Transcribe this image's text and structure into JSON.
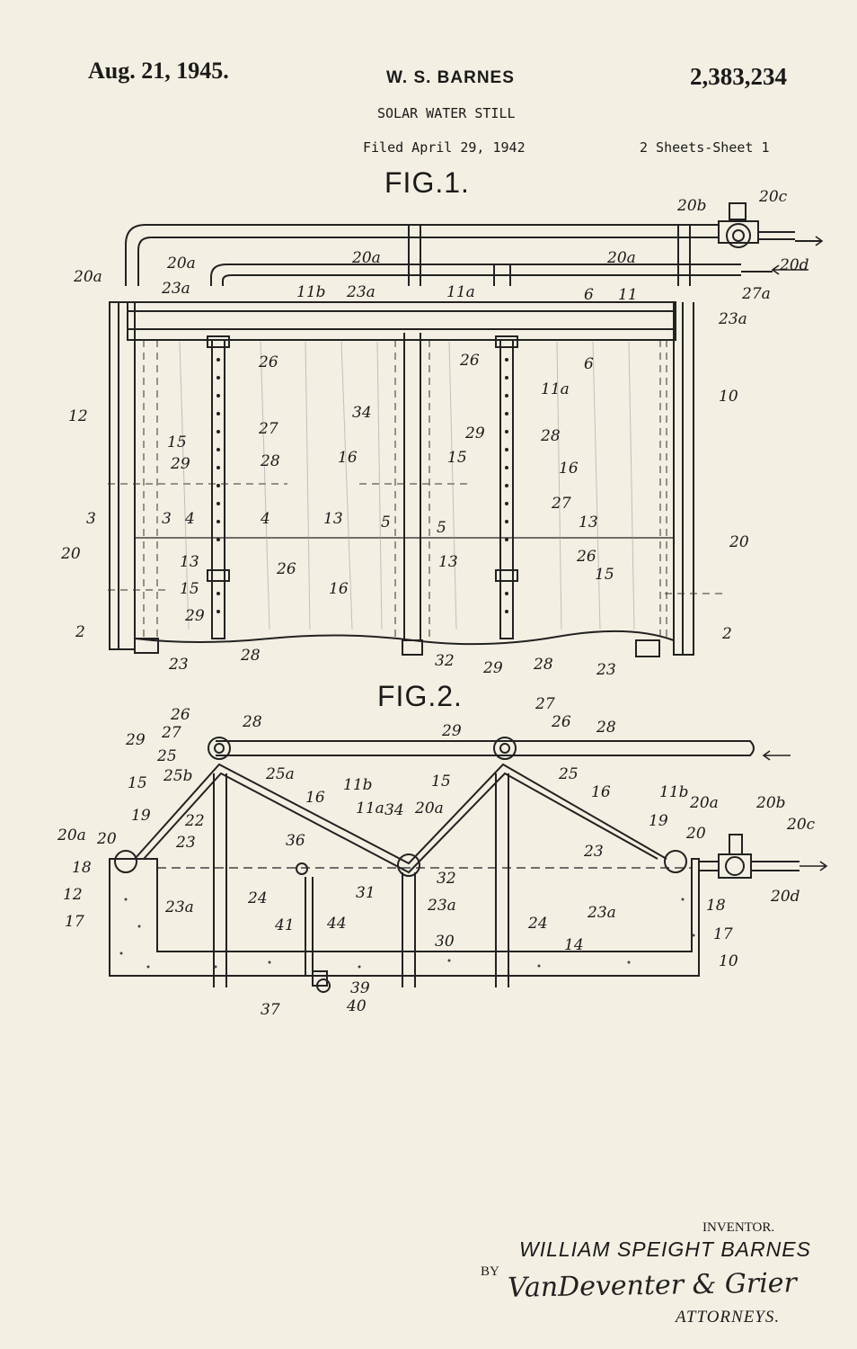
{
  "header": {
    "date": "Aug. 21, 1945.",
    "inventor": "W. S. BARNES",
    "patent_number": "2,383,234",
    "title": "SOLAR WATER STILL",
    "filed": "Filed April 29, 1942",
    "sheets": "2 Sheets-Sheet 1"
  },
  "figures": {
    "fig1": "FIG.1.",
    "fig2": "FIG.2."
  },
  "fig1_labels": [
    "20b",
    "20c",
    "20a",
    "20a",
    "20a",
    "20d",
    "20a",
    "23a",
    "23a",
    "11b",
    "11a",
    "6",
    "11",
    "27a",
    "23a",
    "26",
    "26",
    "11a",
    "6",
    "10",
    "12",
    "27",
    "34",
    "29",
    "28",
    "15",
    "29",
    "28",
    "16",
    "15",
    "16",
    "3",
    "3",
    "4",
    "4",
    "5",
    "5",
    "27",
    "20",
    "13",
    "13",
    "13",
    "20",
    "26",
    "15",
    "26",
    "16",
    "13",
    "15",
    "2",
    "29",
    "2",
    "28",
    "23",
    "32",
    "29",
    "28",
    "23"
  ],
  "fig2_labels": [
    "26",
    "28",
    "27",
    "29",
    "27",
    "26",
    "28",
    "29",
    "25",
    "25b",
    "25a",
    "25",
    "15",
    "11b",
    "16",
    "15",
    "16",
    "11a",
    "11b",
    "20a",
    "20b",
    "19",
    "22",
    "34",
    "20a",
    "20",
    "20c",
    "20a",
    "20",
    "19",
    "23",
    "23",
    "36",
    "18",
    "32",
    "18",
    "12",
    "23a",
    "31",
    "23a",
    "20d",
    "24",
    "41",
    "44",
    "24",
    "23a",
    "17",
    "17",
    "30",
    "14",
    "10",
    "39",
    "37",
    "40"
  ],
  "signature": {
    "inventor_label": "INVENTOR.",
    "inventor_name": "WILLIAM SPEIGHT BARNES",
    "by": "BY",
    "attorneys_signature": "VanDeventer & Grier",
    "attorneys_label": "ATTORNEYS."
  }
}
